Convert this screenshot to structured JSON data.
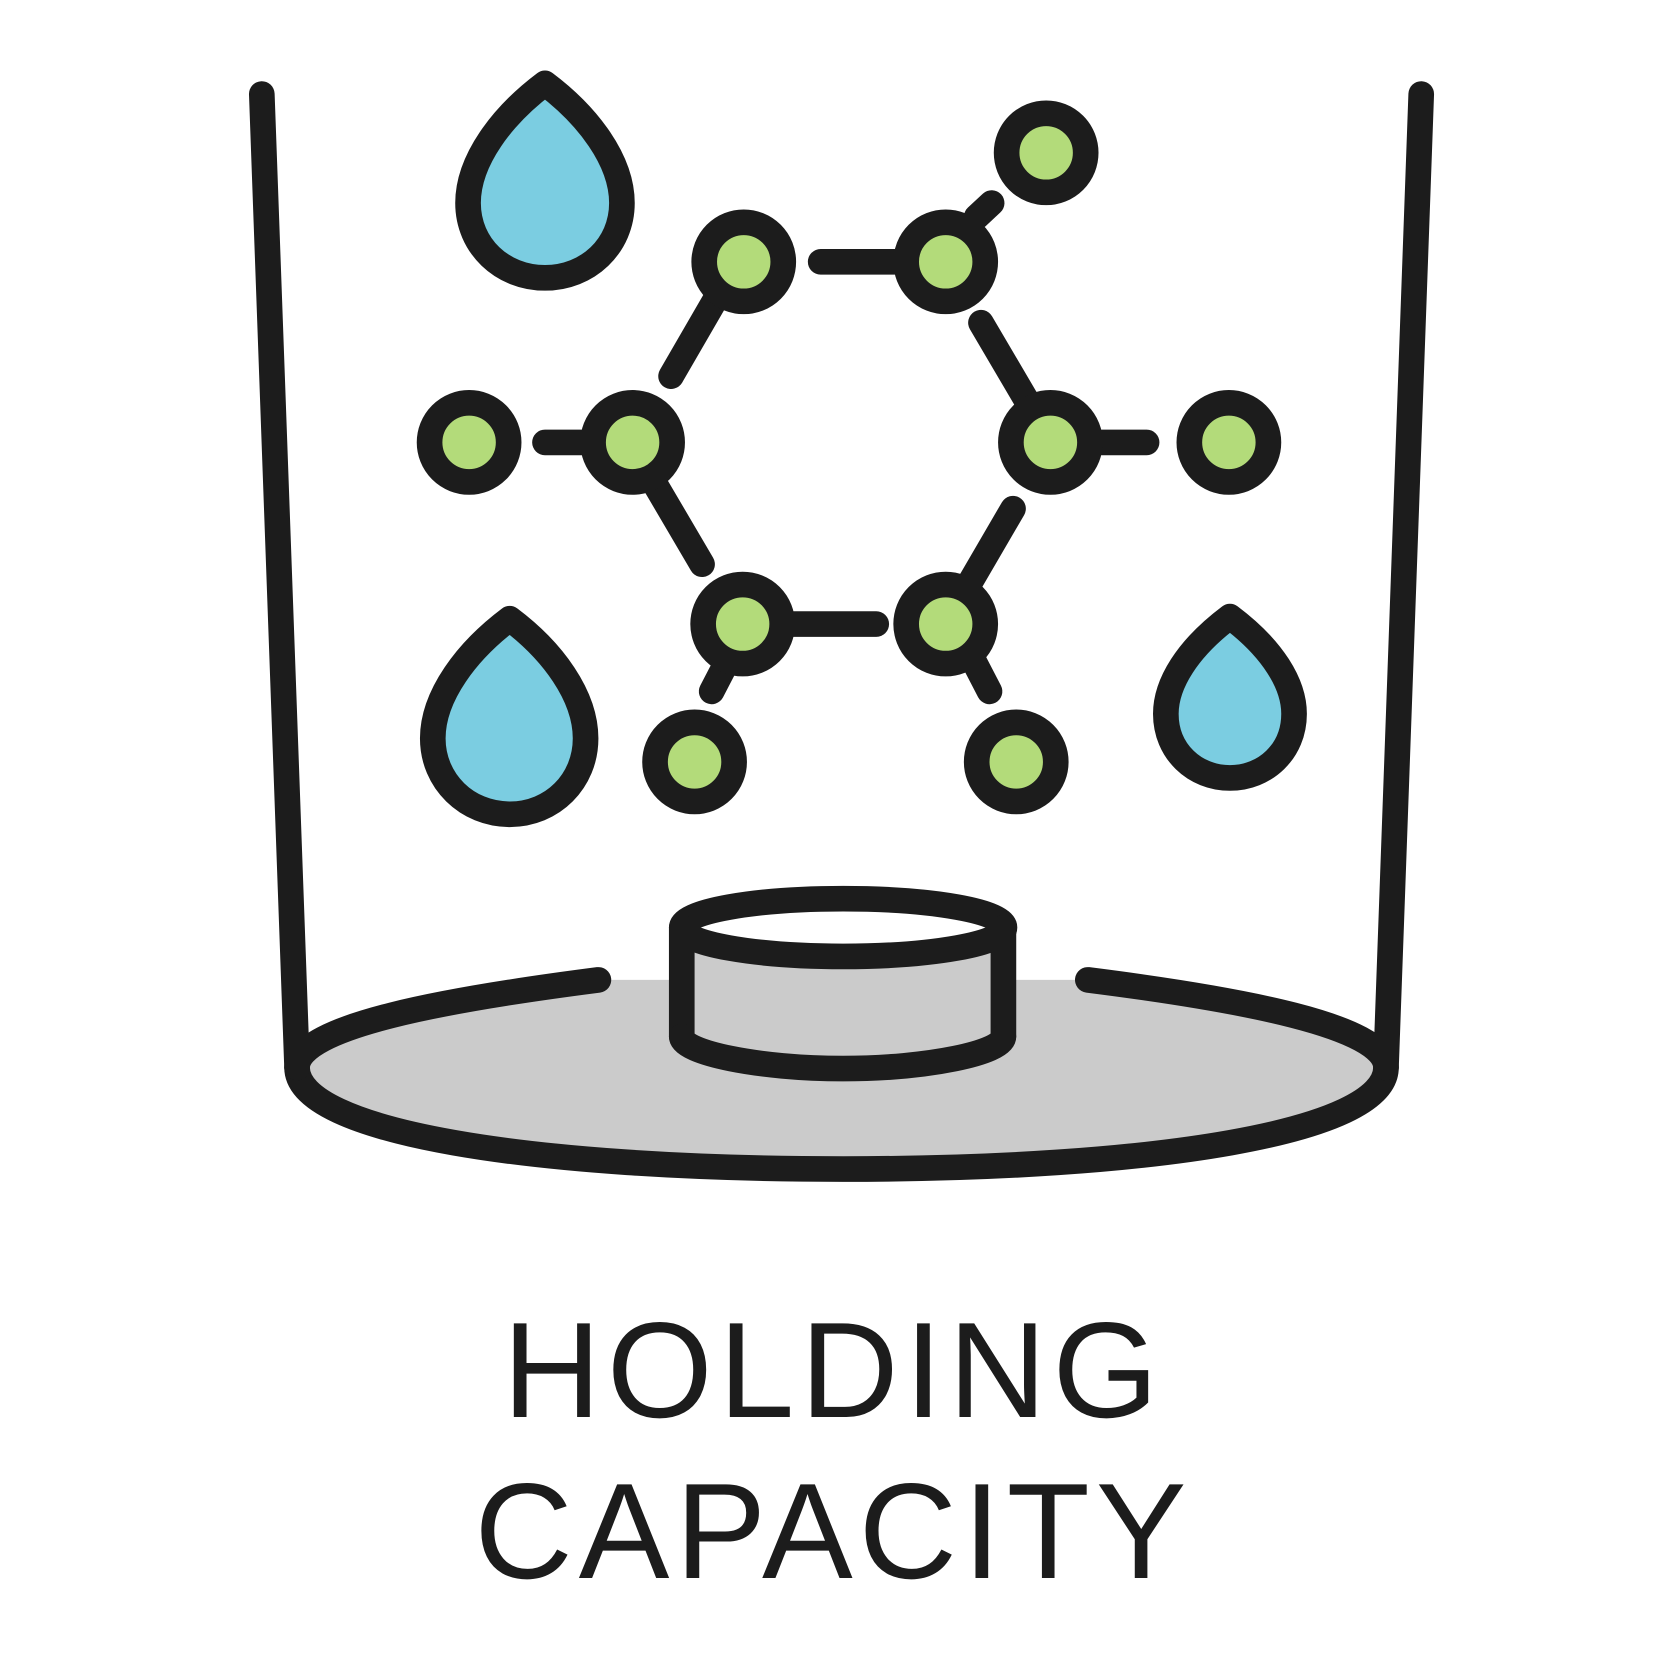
{
  "icon": {
    "name": "holding-capacity-icon",
    "colors": {
      "stroke": "#1c1c1c",
      "water_drop": "#7bcde1",
      "atom": "#b3db7a",
      "base": "#cbcbcb",
      "background": "#ffffff"
    },
    "elements": [
      "container",
      "water-drops",
      "molecule",
      "resin-puck",
      "base-plate"
    ]
  },
  "caption": {
    "line1": "HOLDING",
    "line2": "CAPACITY"
  }
}
